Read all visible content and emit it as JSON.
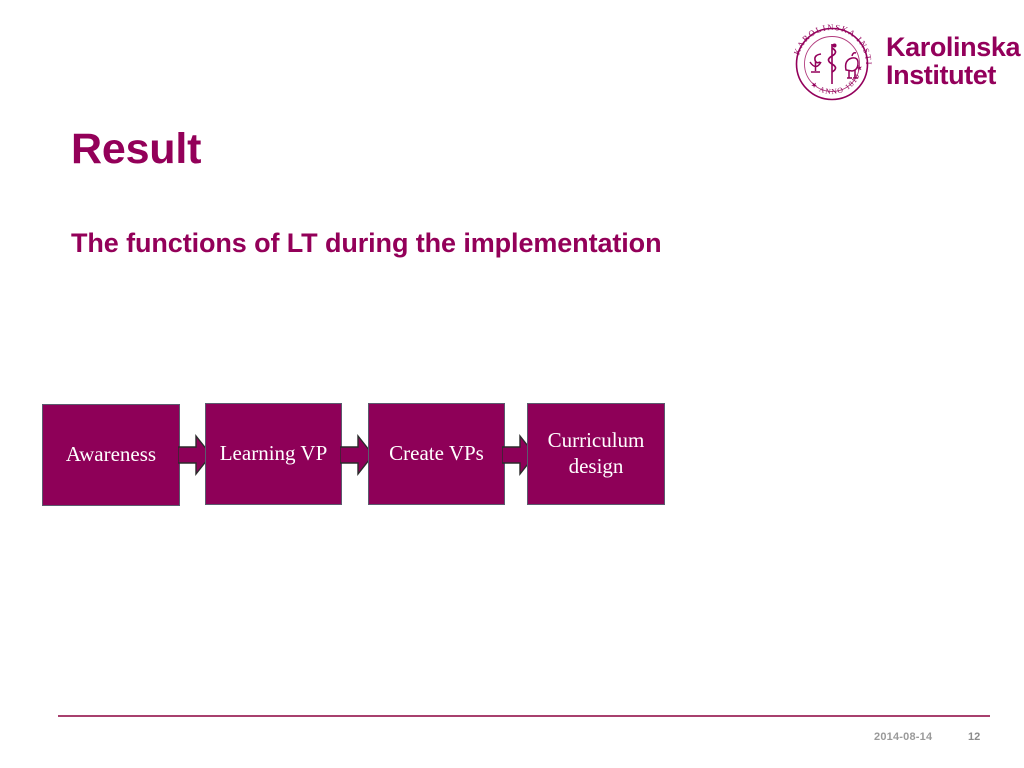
{
  "slide": {
    "title": "Result",
    "subtitle": "The functions of LT during the implementation",
    "background_color": "#FFFFFF",
    "accent_color": "#930059"
  },
  "logo": {
    "seal_icon": "karolinska-seal-icon",
    "seal_ring_top_text": "KAROLINSKA INSTITUTET",
    "seal_ring_bottom_text": "ANNO 1810",
    "wordmark_line1": "Karolinska",
    "wordmark_line2": "Institutet",
    "color": "#93005B"
  },
  "diagram": {
    "type": "process-flow",
    "node_fill": "#8E0058",
    "node_border": "#5B5B6E",
    "node_text_color": "#FFFFFF",
    "arrow_fill": "#8E0058",
    "arrow_outline": "#2B2B2B",
    "nodes": [
      {
        "label": "Awareness"
      },
      {
        "label": "Learning VP"
      },
      {
        "label": "Create VPs"
      },
      {
        "label": "Curriculum design"
      }
    ],
    "connectors": [
      {
        "icon": "right-arrow-icon",
        "from": "Awareness",
        "to": "Learning VP"
      },
      {
        "icon": "right-arrow-icon",
        "from": "Learning VP",
        "to": "Create VPs"
      },
      {
        "icon": "right-arrow-icon",
        "from": "Create VPs",
        "to": "Curriculum design"
      }
    ]
  },
  "footer": {
    "date": "2014-08-14",
    "page_number": "12",
    "rule_color": "#A8406E",
    "text_color": "#9A9A9A"
  }
}
